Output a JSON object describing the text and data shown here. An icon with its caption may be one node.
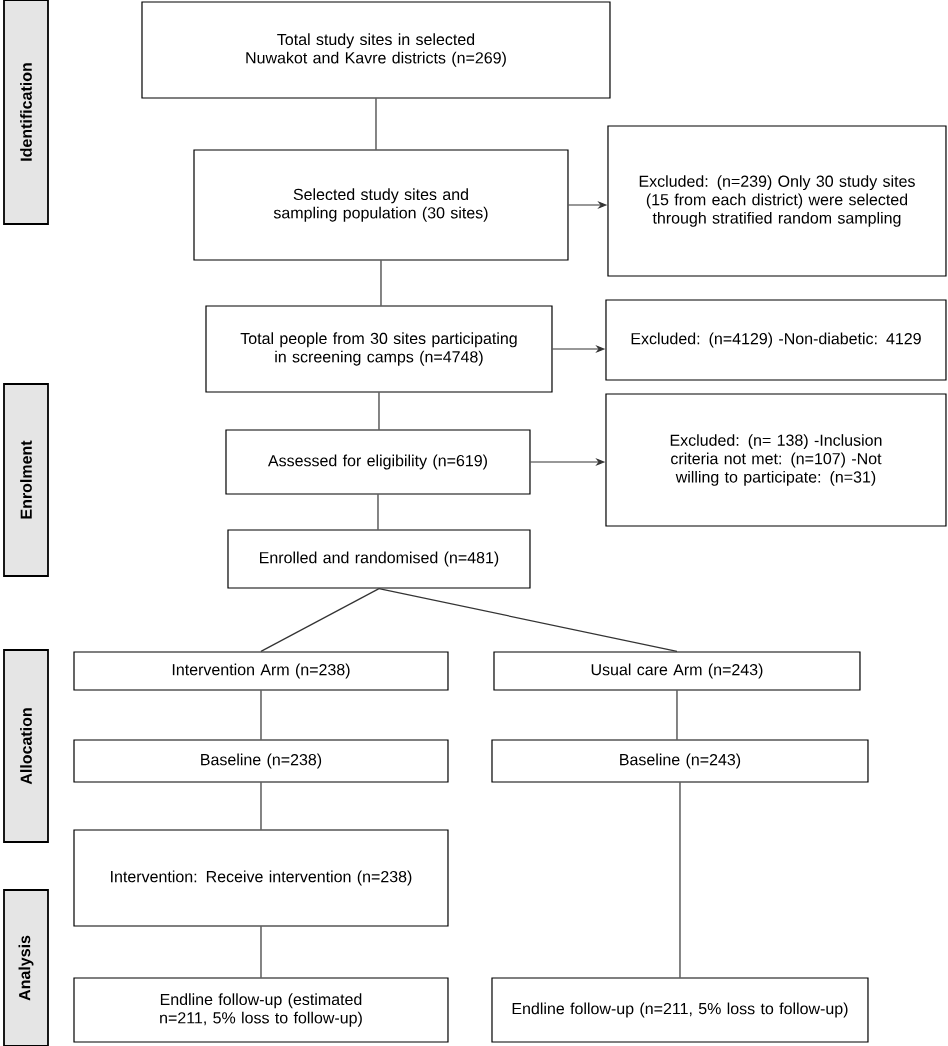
{
  "diagram": {
    "nodes": [
      {
        "text": [
          "Identification"
        ]
      },
      {
        "text": [
          "Enrolment"
        ]
      },
      {
        "text": [
          "Allocation"
        ]
      },
      {
        "text": [
          "Analysis"
        ]
      },
      {
        "text": [
          "Total study sites in selected Nuwakot and Kavre districts (n=269)"
        ]
      },
      {
        "text": [
          "Selected study sites and sampling population (30 sites)"
        ]
      },
      {
        "text": [
          "Excluded: (n=239) Only 30 study sites (15 from each district) were selected through stratified random sampling"
        ]
      },
      {
        "text": [
          "Total people from 30 sites participating in screening camps (n=4748)"
        ]
      },
      {
        "text": [
          "Excluded: (n=4129) -Non-diabetic: 4129"
        ]
      },
      {
        "text": [
          "Assessed for eligibility (n=619)"
        ]
      },
      {
        "text": [
          "Excluded: (n= 138) -Inclusion criteria not met: (n=107) -Not willing to participate: (n=31)"
        ]
      },
      {
        "text": [
          "Enrolled and randomised (n=481)"
        ]
      },
      {
        "text": [
          "Intervention Arm (n=238)"
        ]
      },
      {
        "text": [
          "Usual care Arm (n=243)"
        ]
      },
      {
        "text": [
          "Baseline (n=238)"
        ]
      },
      {
        "text": [
          "Baseline (n=243)"
        ]
      },
      {
        "text": [
          "Intervention: Receive intervention (n=238)"
        ]
      },
      {
        "text": [
          "Endline follow-up (estimated n=211, 5% loss to follow-up)"
        ]
      },
      {
        "text": [
          "Endline follow-up (n=211, 5% loss to follow-up)"
        ]
      }
    ],
    "edges": [
      {
        "from": 4,
        "to": 5,
        "arrow": "none"
      },
      {
        "from": 5,
        "to": 6,
        "arrow": "to"
      },
      {
        "from": 5,
        "to": 7,
        "arrow": "none"
      },
      {
        "from": 7,
        "to": 8,
        "arrow": "to"
      },
      {
        "from": 7,
        "to": 9,
        "arrow": "none"
      },
      {
        "from": 9,
        "to": 10,
        "arrow": "to"
      },
      {
        "from": 9,
        "to": 11,
        "arrow": "none"
      },
      {
        "from": 11,
        "to": 12,
        "arrow": "none"
      },
      {
        "from": 11,
        "to": 13,
        "arrow": "none"
      },
      {
        "from": 12,
        "to": 14,
        "arrow": "none"
      },
      {
        "from": 14,
        "to": 16,
        "arrow": "none"
      },
      {
        "from": 16,
        "to": 17,
        "arrow": "none"
      },
      {
        "from": 13,
        "to": 15,
        "arrow": "none"
      },
      {
        "from": 15,
        "to": 18,
        "arrow": "none"
      }
    ]
  }
}
